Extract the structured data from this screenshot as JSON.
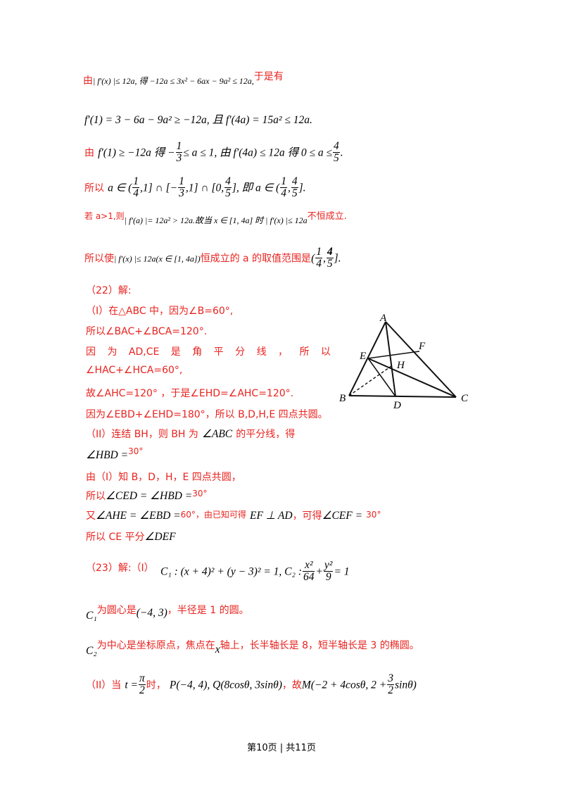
{
  "lines": {
    "l1_a": "由",
    "l1_m": "| f′(x) |≤ 12a, 得 −12a ≤ 3x² − 6ax − 9a² ≤ 12a,",
    "l1_b": "于是有",
    "l2_m": "f′(1) = 3 − 6a − 9a² ≥ −12a, 且 f′(4a) = 15a² ≤ 12a.",
    "l3_a": "由",
    "l3_m1": "f′(1) ≥ −12a 得 −",
    "l3_f1n": "1",
    "l3_f1d": "3",
    "l3_m2": "≤ a ≤ 1, 由 f′(4a) ≤ 12a 得 0 ≤ a ≤",
    "l3_f2n": "4",
    "l3_f2d": "5",
    "l3_m3": ".",
    "l4_a": "所以",
    "l4_m1": "a ∈ (",
    "l4_f1n": "1",
    "l4_f1d": "4",
    "l4_m2": ",1] ∩ [−",
    "l4_f2n": "1",
    "l4_f2d": "3",
    "l4_m3": ",1] ∩ [0,",
    "l4_f3n": "4",
    "l4_f3d": "5",
    "l4_m4": "], 即 a ∈ (",
    "l4_f4n": "1",
    "l4_f4d": "4",
    "l4_m5": ",",
    "l4_f5n": "4",
    "l4_f5d": "5",
    "l4_m6": "].",
    "l5_a": "若 a>1,则",
    "l5_m": "| f′(a) |= 12a² > 12a.故当 x ∈ [1, 4a] 时 | f′(x) |≤ 12a",
    "l5_b": "不恒成立.",
    "l6_a": "所以使",
    "l6_m": "| f′(x) |≤ 12a(x ∈ [1, 4a])",
    "l6_b": "恒成立的 a 的取值范围是",
    "l6_m2": "(",
    "l6_f1n": "1",
    "l6_f1d": "4",
    "l6_m3": ",",
    "l6_f2n": "4",
    "l6_f2d": "5",
    "l6_m4": "].",
    "q22": "（22）解:",
    "p1": "（I）在△ABC 中，因为∠B=60°,",
    "p2": "所以∠BAC+∠BCA=120°.",
    "p3": "因 为 AD,CE 是 角 平 分 线 ， 所 以",
    "p4": "∠HAC+∠HCA=60°,",
    "p5": "故∠AHC=120° ，于是∠EHD=∠AHC=120°.",
    "p6": "因为∠EBD+∠EHD=180°，所以 B,D,H,E 四点共圆。",
    "p7_a": "（II）连结 BH，则 BH 为",
    "p7_m": "∠ABC",
    "p7_b": "的平分线，得",
    "p8_m": "∠HBD =",
    "p8_b": "30°",
    "p9": "由（I）知 B，D，H，E 四点共圆，",
    "p10_a": "所以",
    "p10_m": "∠CED = ∠HBD =",
    "p10_b": "30°",
    "p11_a": "又",
    "p11_m": "∠AHE = ∠EBD =",
    "p11_b": "60°，由已知可得",
    "p11_m2": "EF ⊥ AD",
    "p11_c": "，可得",
    "p11_m3": "∠CEF =",
    "p11_d": "30°",
    "p12_a": "所以 CE 平分",
    "p12_m": "∠DEF",
    "q23": "（23）解:（I）",
    "q23_m1": "C₁ : (x + 4)² + (y − 3)² = 1, C₂ :",
    "q23_f1n": "x²",
    "q23_f1d": "64",
    "q23_m2": "+",
    "q23_f2n": "y²",
    "q23_f2d": "9",
    "q23_m3": "= 1",
    "c1_m": "C₁",
    "c1_a": "为圆心是",
    "c1_m2": "(−4, 3)",
    "c1_b": "，半径是 1 的圆。",
    "c2_m": "C₂",
    "c2_a": "为中心是坐标原点，焦点在",
    "c2_m2": "x",
    "c2_b": "轴上，长半轴长是 8，短半轴长是 3 的椭圆。",
    "ii_a": "（II）当",
    "ii_m1": "t =",
    "ii_fn": "π",
    "ii_fd": "2",
    "ii_b": "时，",
    "ii_m2": "P(−4, 4), Q(8cosθ, 3sinθ)",
    "ii_c": "，故",
    "ii_m3": "M(−2 + 4cosθ, 2 +",
    "ii_f2n": "3",
    "ii_f2d": "2",
    "ii_m4": "sinθ)"
  },
  "figure": {
    "labels": {
      "A": "A",
      "B": "B",
      "C": "C",
      "D": "D",
      "E": "E",
      "F": "F",
      "H": "H"
    }
  },
  "footer": "第10页 | 共11页"
}
